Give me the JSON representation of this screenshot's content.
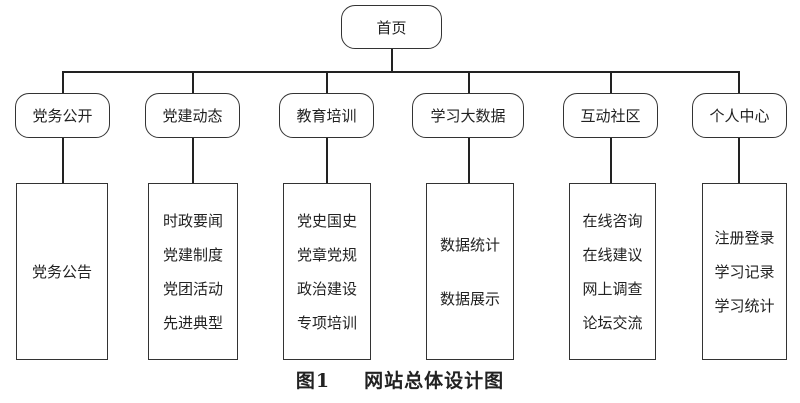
{
  "root": {
    "label": "首页"
  },
  "sections": [
    {
      "label": "党务公开",
      "items": [
        "党务公告"
      ]
    },
    {
      "label": "党建动态",
      "items": [
        "时政要闻",
        "党建制度",
        "党团活动",
        "先进典型"
      ]
    },
    {
      "label": "教育培训",
      "items": [
        "党史国史",
        "党章党规",
        "政治建设",
        "专项培训"
      ]
    },
    {
      "label": "学习大数据",
      "items": [
        "数据统计",
        "数据展示"
      ]
    },
    {
      "label": "互动社区",
      "items": [
        "在线咨询",
        "在线建议",
        "网上调查",
        "论坛交流"
      ]
    },
    {
      "label": "个人中心",
      "items": [
        "注册登录",
        "学习记录",
        "学习统计"
      ]
    }
  ],
  "caption": {
    "number": "图1",
    "title": "网站总体设计图"
  }
}
